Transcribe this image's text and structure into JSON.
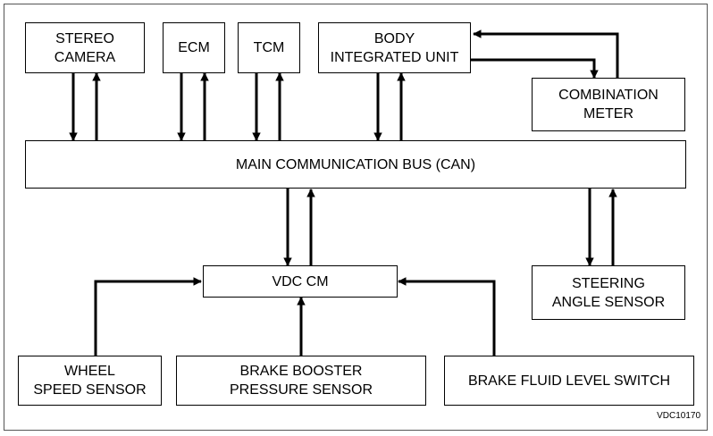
{
  "diagram": {
    "colors": {
      "line": "#000000",
      "background": "#ffffff"
    },
    "nodes": {
      "stereo_camera": [
        "STEREO",
        "CAMERA"
      ],
      "ecm": [
        "ECM"
      ],
      "tcm": [
        "TCM"
      ],
      "body_integrated_unit": [
        "BODY",
        "INTEGRATED UNIT"
      ],
      "combination_meter": [
        "COMBINATION",
        "METER"
      ],
      "main_bus": [
        "MAIN COMMUNICATION BUS (CAN)"
      ],
      "vdc_cm": [
        "VDC CM"
      ],
      "steering_angle_sensor": [
        "STEERING",
        "ANGLE SENSOR"
      ],
      "wheel_speed_sensor": [
        "WHEEL",
        "SPEED SENSOR"
      ],
      "brake_booster_pressure_sensor": [
        "BRAKE BOOSTER",
        "PRESSURE SENSOR"
      ],
      "brake_fluid_level_switch": [
        "BRAKE FLUID LEVEL SWITCH"
      ]
    },
    "figure_code": "VDC10170"
  }
}
